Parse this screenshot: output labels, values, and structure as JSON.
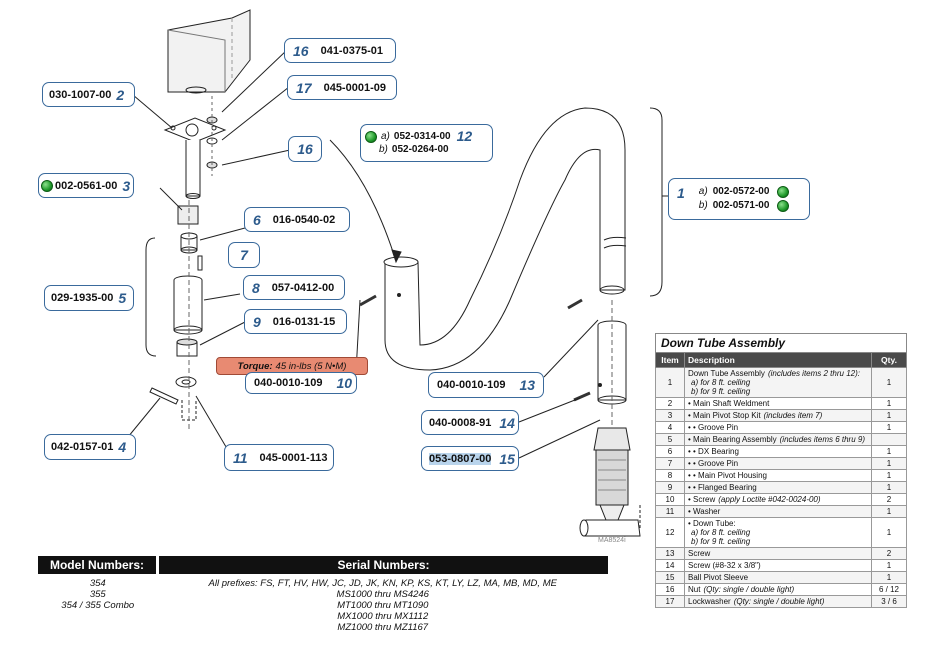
{
  "callouts": {
    "c16a": {
      "num": "16",
      "pn": "041-0375-01"
    },
    "c17": {
      "num": "17",
      "pn": "045-0001-09"
    },
    "c2": {
      "pn": "030-1007-00",
      "num": "2"
    },
    "c16b": {
      "num": "16"
    },
    "c3": {
      "pn": "002-0561-00",
      "num": "3"
    },
    "c6": {
      "num": "6",
      "pn": "016-0540-02"
    },
    "c7": {
      "num": "7"
    },
    "c5": {
      "pn": "029-1935-00",
      "num": "5"
    },
    "c8": {
      "num": "8",
      "pn": "057-0412-00"
    },
    "c9": {
      "num": "9",
      "pn": "016-0131-15"
    },
    "c10": {
      "pn": "040-0010-109",
      "num": "10"
    },
    "c4": {
      "pn": "042-0157-01",
      "num": "4"
    },
    "c11": {
      "num": "11",
      "pn": "045-0001-113"
    },
    "c12": {
      "a_label": "a)",
      "a_pn": "052-0314-00",
      "b_label": "b)",
      "b_pn": "052-0264-00",
      "num": "12"
    },
    "c1": {
      "num": "1",
      "a_label": "a)",
      "a_pn": "002-0572-00",
      "b_label": "b)",
      "b_pn": "002-0571-00"
    },
    "c13": {
      "pn": "040-0010-109",
      "num": "13"
    },
    "c14": {
      "pn": "040-0008-91",
      "num": "14"
    },
    "c15": {
      "pn": "053-0807-00",
      "num": "15"
    }
  },
  "torque": {
    "label": "Torque:",
    "value": "45 in-lbs (5 N•M)"
  },
  "drawing_code": "MA8524i",
  "bom": {
    "title": "Down Tube Assembly",
    "headers": {
      "item": "Item",
      "description": "Description",
      "qty": "Qty."
    },
    "rows": [
      {
        "item": "1",
        "description": "Down Tube Assembly",
        "note": "(includes items 2 thru 12):",
        "sub": [
          "a)  for 8 ft. ceiling",
          "b)  for 9 ft. ceiling"
        ],
        "qty": "1"
      },
      {
        "item": "2",
        "description": "• Main Shaft Weldment",
        "qty": "1"
      },
      {
        "item": "3",
        "description": "• Main Pivot Stop Kit",
        "note": "(includes item 7)",
        "qty": "1"
      },
      {
        "item": "4",
        "description": "• • Groove Pin",
        "qty": "1"
      },
      {
        "item": "5",
        "description": "• Main Bearing Assembly",
        "note": "(includes items 6 thru 9)",
        "qty": ""
      },
      {
        "item": "6",
        "description": "• • DX Bearing",
        "qty": "1"
      },
      {
        "item": "7",
        "description": "• • Groove Pin",
        "qty": "1"
      },
      {
        "item": "8",
        "description": "• • Main Pivot Housing",
        "qty": "1"
      },
      {
        "item": "9",
        "description": "• • Flanged Bearing",
        "qty": "1"
      },
      {
        "item": "10",
        "description": "• Screw",
        "note": "(apply Loctite #042-0024-00)",
        "qty": "2"
      },
      {
        "item": "11",
        "description": "• Washer",
        "qty": "1"
      },
      {
        "item": "12",
        "description": "• Down Tube:",
        "sub": [
          "a)  for 8 ft. ceiling",
          "b)  for 9 ft. ceiling"
        ],
        "qty": "1"
      },
      {
        "item": "13",
        "description": "Screw",
        "qty": "2"
      },
      {
        "item": "14",
        "description": "Screw (#8-32 x 3/8\")",
        "qty": "1"
      },
      {
        "item": "15",
        "description": "Ball Pivot Sleeve",
        "qty": "1"
      },
      {
        "item": "16",
        "description": "Nut",
        "note": "(Qty: single / double light)",
        "qty": "6 / 12"
      },
      {
        "item": "17",
        "description": "Lockwasher",
        "note": "(Qty: single / double light)",
        "qty": "3 / 6"
      }
    ]
  },
  "models": {
    "header_model": "Model Numbers:",
    "header_serial": "Serial Numbers:",
    "model_lines": [
      "354",
      "355",
      "354 / 355 Combo"
    ],
    "serial_lines": [
      "All prefixes: FS, FT, HV, HW, JC, JD, JK, KN, KP, KS, KT, LY, LZ, MA, MB, MD, ME",
      "MS1000 thru MS4246",
      "MT1000 thru MT1090",
      "MX1000 thru MX1112",
      "MZ1000 thru MZ1167"
    ]
  },
  "colors": {
    "callout_border": "#3a6a9c",
    "callout_number": "#2d5b8c",
    "torque_bg": "#e88a72",
    "indicator": "#1f9a2a"
  }
}
